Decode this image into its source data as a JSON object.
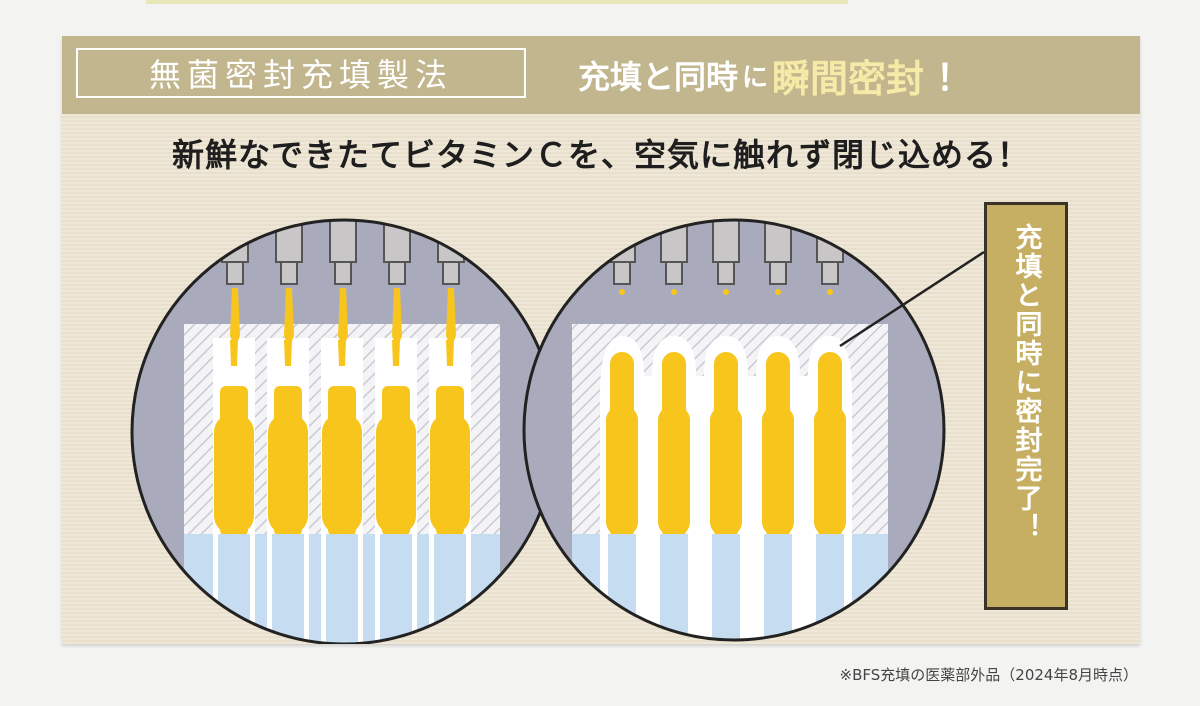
{
  "header": {
    "method": "無菌密封充填製法",
    "headline_a": "充填と同時",
    "headline_ni": "に",
    "headline_b": "瞬間密封",
    "headline_ex": "！"
  },
  "subhead": "新鮮なできたてビタミンＣを、空気に触れず閉じ込める！",
  "callout": "充填と同時に密封完了！",
  "footnote": "※BFS充填の医薬部外品（2024年8月時点）",
  "colors": {
    "header_bg": "#c2b68e",
    "panel_bg": "#ece3cf",
    "accent": "#f6eaa8",
    "circle_bg": "#a9abbd",
    "liquid": "#f7c51b",
    "callout_bg": "#c6ae62"
  }
}
